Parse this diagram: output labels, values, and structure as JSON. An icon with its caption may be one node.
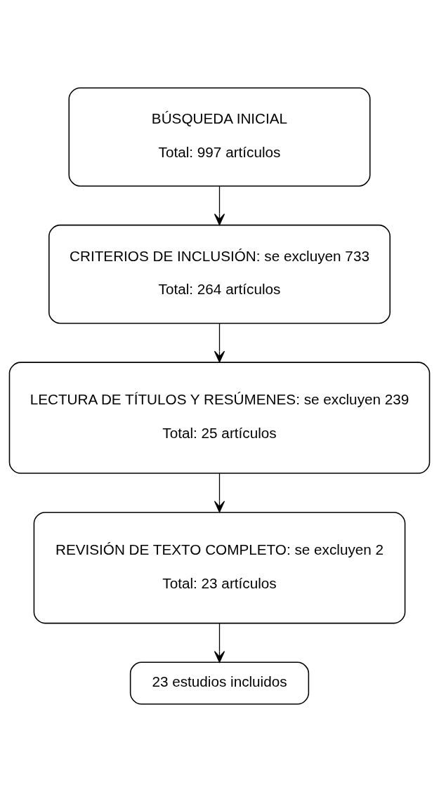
{
  "diagram": {
    "nodes": [
      {
        "text": [
          "BÚSQUEDA INICIAL",
          "Total: 997 artículos"
        ]
      },
      {
        "text": [
          "CRITERIOS DE INCLUSIÓN: se excluyen 733",
          "Total: 264 artículos"
        ]
      },
      {
        "text": [
          "LECTURA DE TÍTULOS Y RESÚMENES: se excluyen 239",
          "Total: 25 artículos"
        ]
      },
      {
        "text": [
          "REVISIÓN DE TEXTO COMPLETO: se excluyen 2",
          "Total: 23 artículos"
        ]
      },
      {
        "text": [
          "23 estudios incluidos"
        ]
      }
    ],
    "edges": [
      {
        "from": 0,
        "to": 1,
        "arrow": "to"
      },
      {
        "from": 1,
        "to": 2,
        "arrow": "to"
      },
      {
        "from": 2,
        "to": 3,
        "arrow": "to"
      },
      {
        "from": 3,
        "to": 4,
        "arrow": "to"
      }
    ]
  }
}
